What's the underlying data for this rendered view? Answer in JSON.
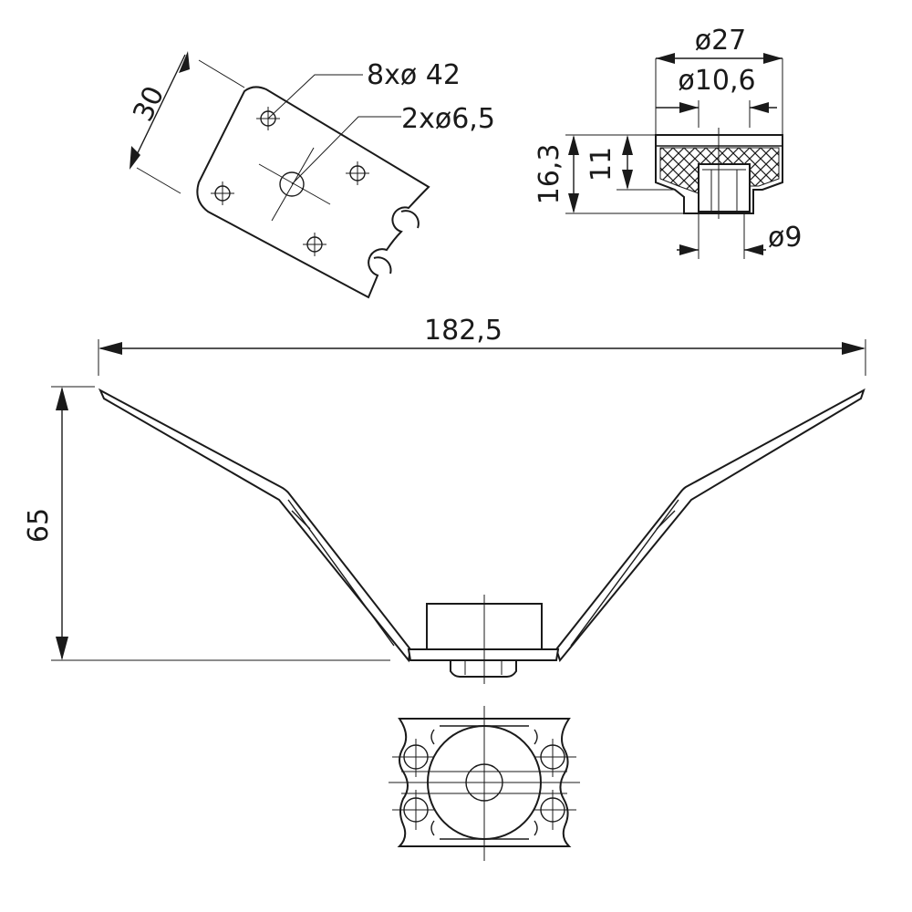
{
  "drawing": {
    "plate_view": {
      "width_dim": "30",
      "callout_holes_large": "8xø 42",
      "callout_holes_small": "2xø6,5"
    },
    "glide_view": {
      "outer_dia": "ø27",
      "inner_dia": "ø10,6",
      "total_height": "16,3",
      "body_height": "11",
      "pin_dia": "ø9"
    },
    "front_view": {
      "overall_width": "182,5",
      "overall_height": "65"
    }
  }
}
